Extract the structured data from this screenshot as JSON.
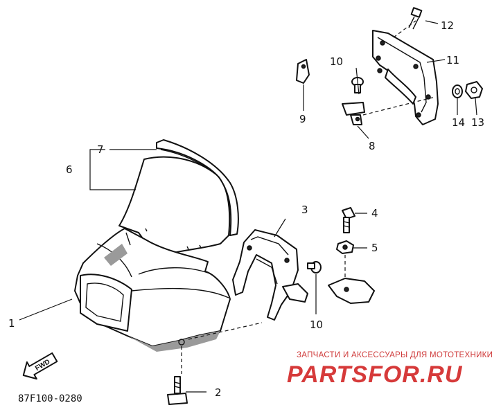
{
  "diagram": {
    "part_code": "87F100-0280",
    "fwd_label": "FWD",
    "watermark": {
      "tagline": "ЗАПЧАСТИ И АКСЕССУАРЫ ДЛЯ МОТОТЕХНИКИ",
      "brand": "PARTSFOR.RU",
      "color": "#d63a3a"
    },
    "callouts": [
      "1",
      "2",
      "3",
      "4",
      "5",
      "6",
      "7",
      "8",
      "9",
      "10",
      "10",
      "11",
      "12",
      "13",
      "14"
    ]
  }
}
